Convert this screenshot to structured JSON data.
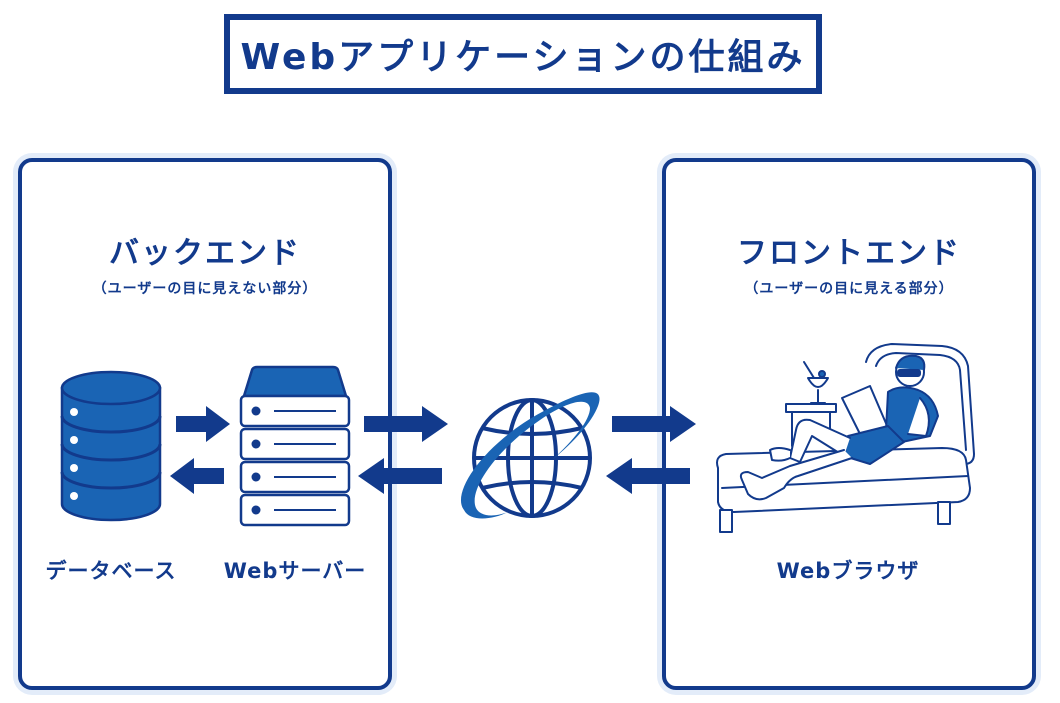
{
  "title": "Webアプリケーションの仕組み",
  "backend": {
    "title": "バックエンド",
    "subtitle": "（ユーザーの目に見えない部分）",
    "database_label": "データベース",
    "server_label": "Webサーバー"
  },
  "frontend": {
    "title": "フロントエンド",
    "subtitle": "（ユーザーの目に見える部分）",
    "browser_label": "Webブラウザ"
  },
  "colors": {
    "primary": "#123a8c",
    "accent": "#1a64b4",
    "panel_glow": "#e3ecf9"
  },
  "icons": [
    "database-icon",
    "server-icon",
    "globe-icon",
    "person-on-lounge-chair-illustration",
    "arrow-right-icon",
    "arrow-left-icon"
  ]
}
